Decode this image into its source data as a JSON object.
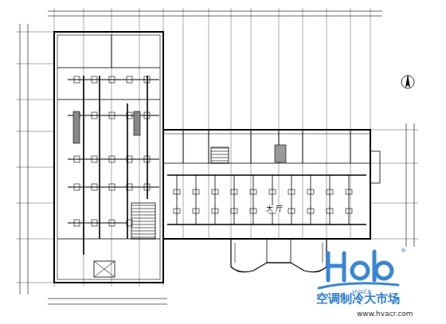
{
  "diagram": {
    "labels": [
      "大 厅",
      "HVACR",
      "®",
      "空调制冷大市场",
      "www.hvacr.com"
    ]
  }
}
